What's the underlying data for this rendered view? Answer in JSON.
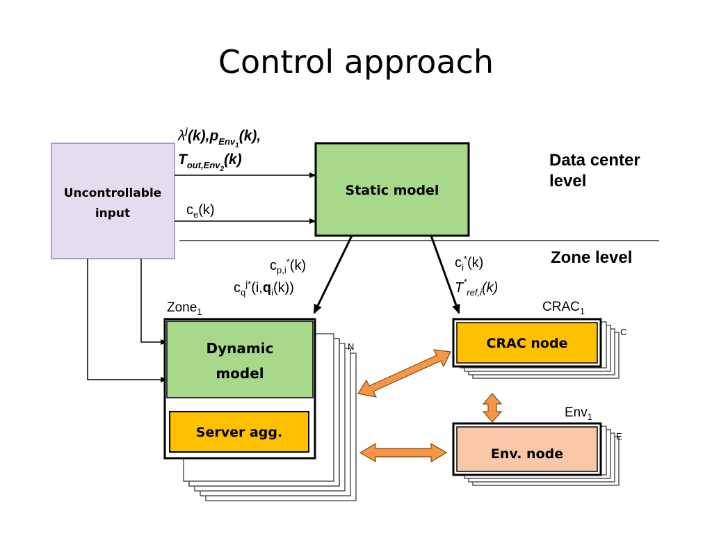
{
  "slide": {
    "title": "Control approach"
  },
  "levels": {
    "data_center_line1": "Data center",
    "data_center_line2": "level",
    "zone": "Zone level"
  },
  "blocks": {
    "uncontrollable_line1": "Uncontrollable",
    "uncontrollable_line2": "input",
    "static_model": "Static model",
    "dynamic_line1": "Dynamic",
    "dynamic_line2": "model",
    "server_agg": "Server agg.",
    "crac_node": "CRAC node",
    "env_node": "Env. node"
  },
  "signals": {
    "lambda": {
      "base": "λ",
      "sup": "j",
      "rest": "(k),"
    },
    "p_env": {
      "base": "p",
      "sub": "Env",
      "subsub": "1",
      "rest": "(k),"
    },
    "t_out": {
      "base": "T",
      "sub": "out,Env",
      "subsub": "2",
      "rest": "(k)"
    },
    "ce": {
      "base": "c",
      "sub": "e",
      "rest": "(k)"
    },
    "cpi": {
      "base": "c",
      "sub": "p,i",
      "sup": "*",
      "rest": "(k)"
    },
    "cq": {
      "base": "c",
      "sub": "q",
      "sup": "j*",
      "open": "(i,",
      "bold": "q",
      "bold_sub": "i",
      "close": "(k))"
    },
    "ci": {
      "base": "c",
      "sub": "i",
      "sup": "*",
      "rest": "(k)"
    },
    "tref": {
      "base": "T",
      "sup": "*",
      "sub": "ref,i",
      "rest": "(k)"
    }
  },
  "stack_labels": {
    "zone": {
      "base": "Zone",
      "sub": "1"
    },
    "crac": {
      "base": "CRAC",
      "sub": "1"
    },
    "env": {
      "base": "Env",
      "sub": "1"
    },
    "zone_count": "N",
    "crac_count": "C",
    "env_count": "E"
  },
  "colors": {
    "uncontrollable_fill": "#e6dcf0",
    "uncontrollable_border": "#9a80c0",
    "model_green": "#a8d88a",
    "node_orange": "#ffc000",
    "env_fill": "#f8c8a8",
    "arrow_orange": "#f79646"
  }
}
